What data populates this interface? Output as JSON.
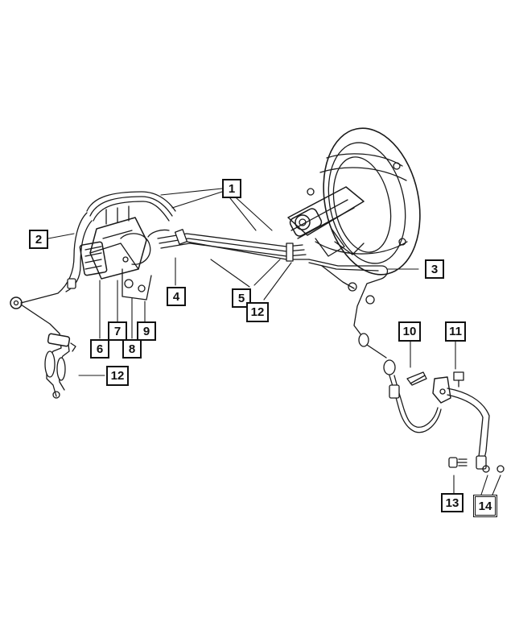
{
  "diagram": {
    "colors": {
      "line": "#1a1a1a",
      "background": "#ffffff"
    },
    "callouts": [
      {
        "id": "c1",
        "label": "1"
      },
      {
        "id": "c2",
        "label": "2"
      },
      {
        "id": "c3",
        "label": "3"
      },
      {
        "id": "c4",
        "label": "4"
      },
      {
        "id": "c5",
        "label": "5"
      },
      {
        "id": "c6",
        "label": "6"
      },
      {
        "id": "c7",
        "label": "7"
      },
      {
        "id": "c8",
        "label": "8"
      },
      {
        "id": "c9",
        "label": "9"
      },
      {
        "id": "c10",
        "label": "10"
      },
      {
        "id": "c11",
        "label": "11"
      },
      {
        "id": "c12a",
        "label": "12"
      },
      {
        "id": "c12b",
        "label": "12"
      },
      {
        "id": "c13",
        "label": "13"
      },
      {
        "id": "c14",
        "label": "14"
      }
    ]
  }
}
